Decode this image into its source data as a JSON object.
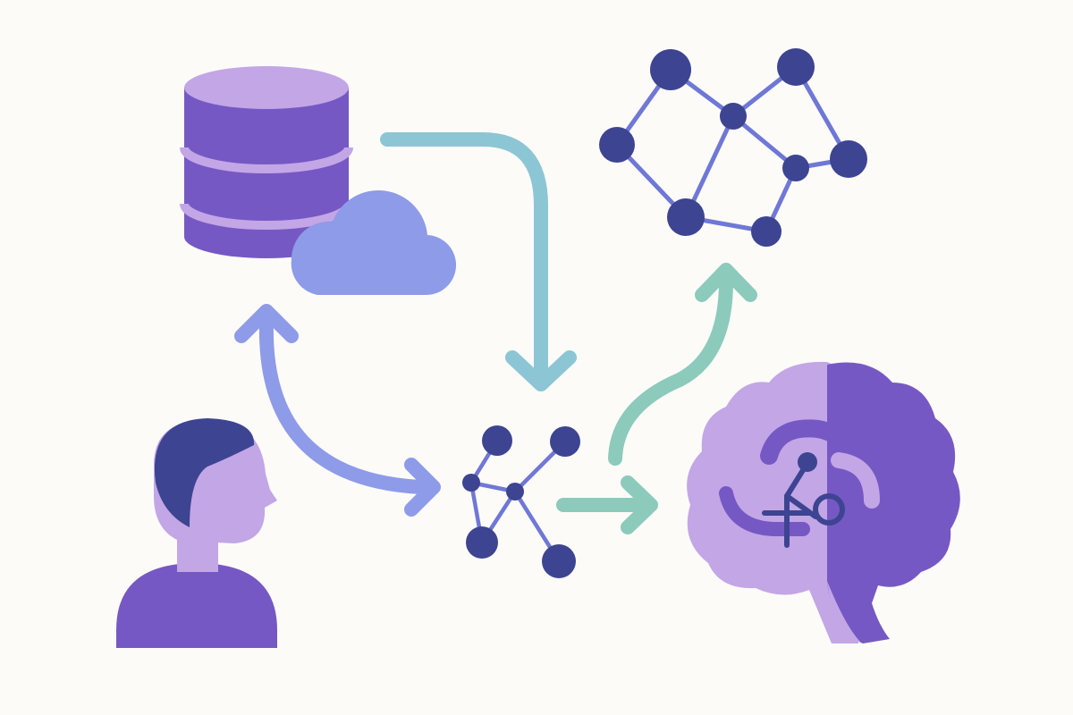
{
  "palette": {
    "background": "#fcfbf8",
    "purple_dark": "#7658c4",
    "purple_light": "#c3a6e6",
    "periwinkle": "#8e9be8",
    "navy": "#3d4491",
    "teal": "#8cc6d4",
    "mint": "#8ccabc",
    "edge_blue": "#6f78d6"
  },
  "nodes": [
    {
      "id": "database",
      "icon": "database-icon"
    },
    {
      "id": "cloud",
      "icon": "cloud-icon"
    },
    {
      "id": "user",
      "icon": "user-icon"
    },
    {
      "id": "small-network",
      "icon": "network-icon"
    },
    {
      "id": "large-network",
      "icon": "network-graph-icon"
    },
    {
      "id": "brain",
      "icon": "brain-icon"
    }
  ],
  "connections": [
    {
      "from": "database",
      "to": "small-network",
      "style": "one-way"
    },
    {
      "from": "user",
      "to": "database",
      "style": "two-way"
    },
    {
      "from": "small-network",
      "to": "brain",
      "style": "one-way"
    },
    {
      "from": "small-network",
      "to": "large-network",
      "style": "one-way"
    }
  ]
}
